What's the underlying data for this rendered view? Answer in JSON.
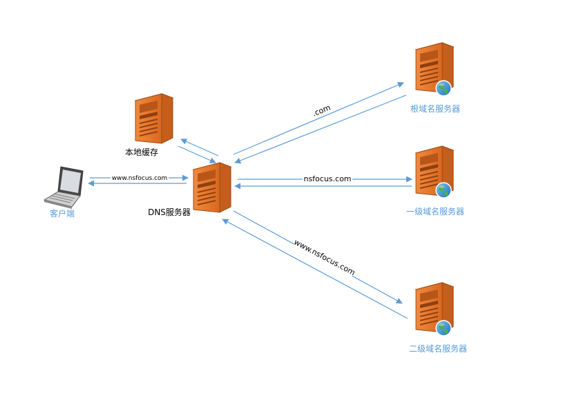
{
  "nodes": {
    "client": {
      "label": "客户端"
    },
    "dns": {
      "label": "DNS服务器"
    },
    "cache": {
      "label": "本地缓存"
    },
    "root": {
      "label": "根域名服务器"
    },
    "tld": {
      "label": "一级域名服务器"
    },
    "second": {
      "label": "二级域名服务器"
    }
  },
  "edges": {
    "client_dns": {
      "label": "www.nsfocus.com"
    },
    "dns_root": {
      "label": ".com"
    },
    "dns_tld": {
      "label": "nsfocus.com"
    },
    "dns_second": {
      "label": "www.nsfocus.com"
    }
  },
  "colors": {
    "arrow": "#5b9bd5",
    "blue_label": "#5b9bd5",
    "server_front": "#e8772e",
    "server_side": "#b8561a",
    "server_top": "#f4a56a"
  }
}
